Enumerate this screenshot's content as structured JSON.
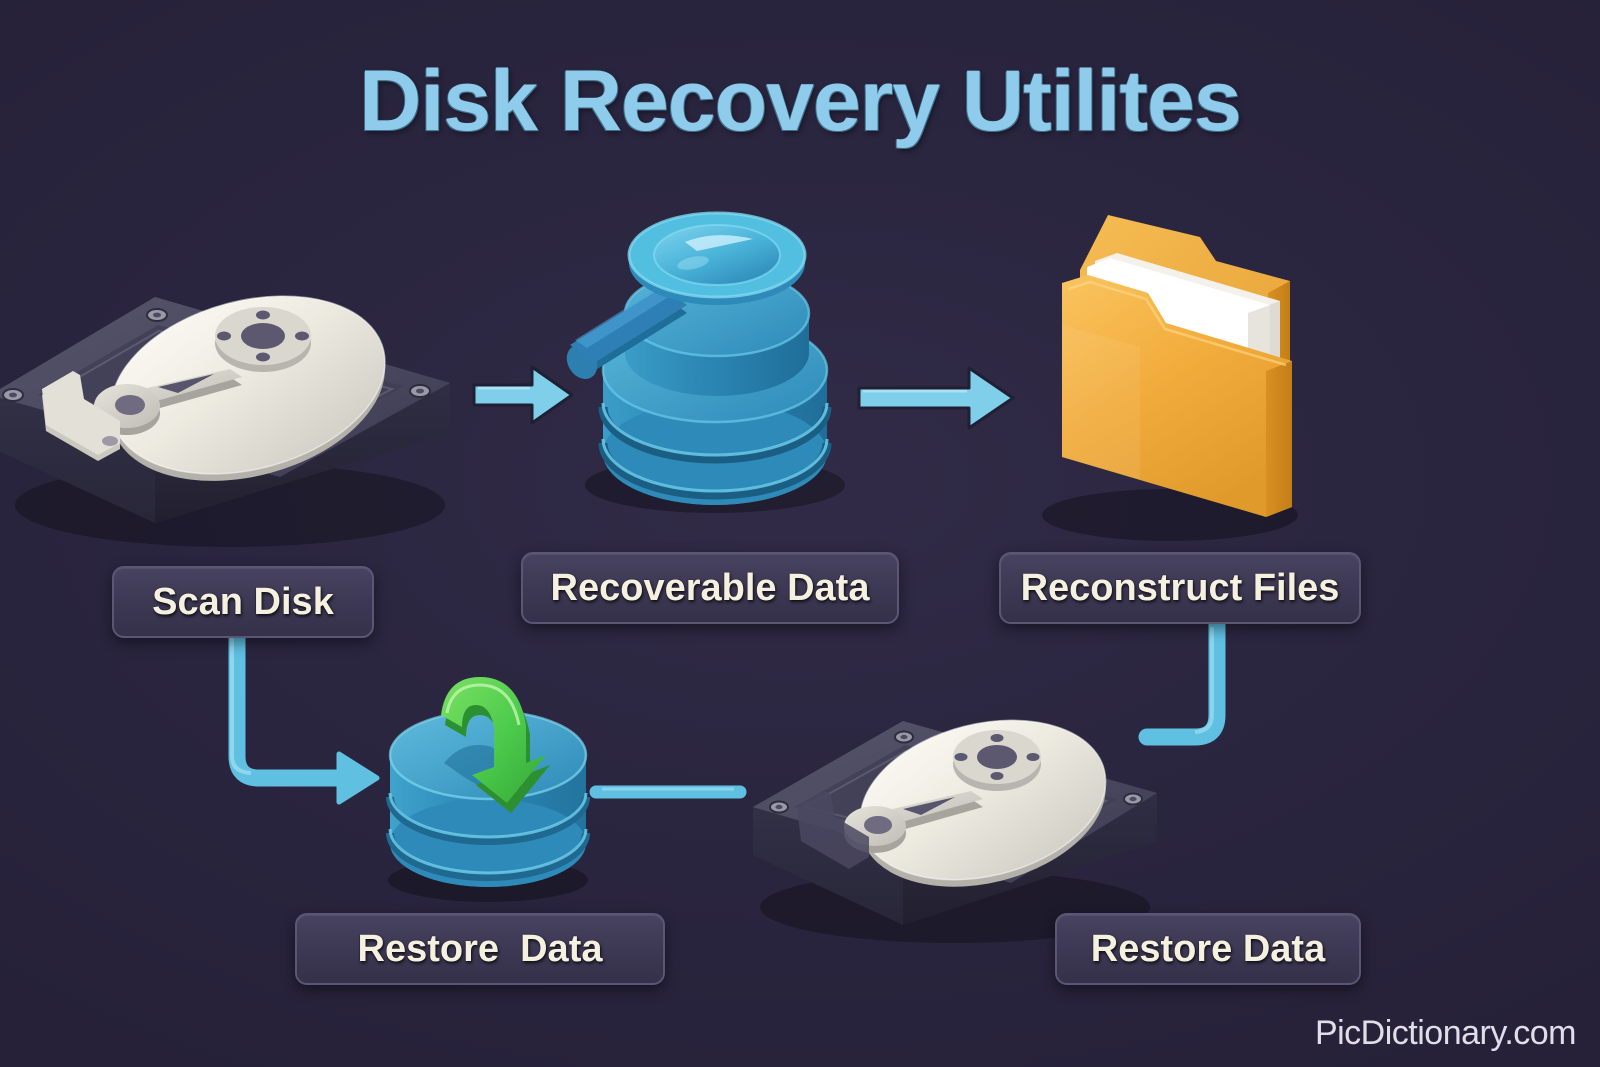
{
  "page": {
    "title": "Disk Recovery Utilites",
    "watermark": "PicDictionary.com",
    "background_color": "#2B2640",
    "title_color": "#8FCBEA",
    "label_text_color": "#F6F0E1",
    "label_chip_color": "#3C3853",
    "connector_color": "#6FC4E3",
    "accent_blue": "#2E8AB8",
    "accent_orange": "#F0A834",
    "accent_green": "#4CC14C",
    "metal_gray": "#4B4A5E"
  },
  "diagram": {
    "type": "flow",
    "nodes": [
      {
        "id": "scan-disk",
        "label": "Scan Disk",
        "icon": "hard-disk-drive-icon",
        "row": "top",
        "column": 1
      },
      {
        "id": "recoverable-data",
        "label": "Recoverable Data",
        "icon": "database-magnifier-icon",
        "row": "top",
        "column": 2
      },
      {
        "id": "reconstruct-files",
        "label": "Reconstruct Files",
        "icon": "folder-documents-icon",
        "row": "top",
        "column": 3
      },
      {
        "id": "restore-data-1",
        "label": "Restore  Data",
        "icon": "database-restore-arrow-icon",
        "row": "bottom",
        "column": 1
      },
      {
        "id": "restore-data-2",
        "label": "Restore Data",
        "icon": "hard-disk-drive-icon",
        "row": "bottom",
        "column": 2
      }
    ],
    "connectors": [
      {
        "id": "arrow-scan-to-recoverable",
        "from": "scan-disk",
        "to": "recoverable-data",
        "style": "straight-arrow"
      },
      {
        "id": "arrow-recoverable-to-files",
        "from": "recoverable-data",
        "to": "reconstruct-files",
        "style": "straight-arrow"
      },
      {
        "id": "elbow-scan-to-restore",
        "from": "scan-disk",
        "to": "restore-data-1",
        "style": "elbow-arrow"
      },
      {
        "id": "elbow-files-to-restore2",
        "from": "reconstruct-files",
        "to": "restore-data-2",
        "style": "elbow-plain"
      },
      {
        "id": "line-restore1-to-restore2",
        "from": "restore-data-1",
        "to": "restore-data-2",
        "style": "plain-line"
      }
    ]
  }
}
